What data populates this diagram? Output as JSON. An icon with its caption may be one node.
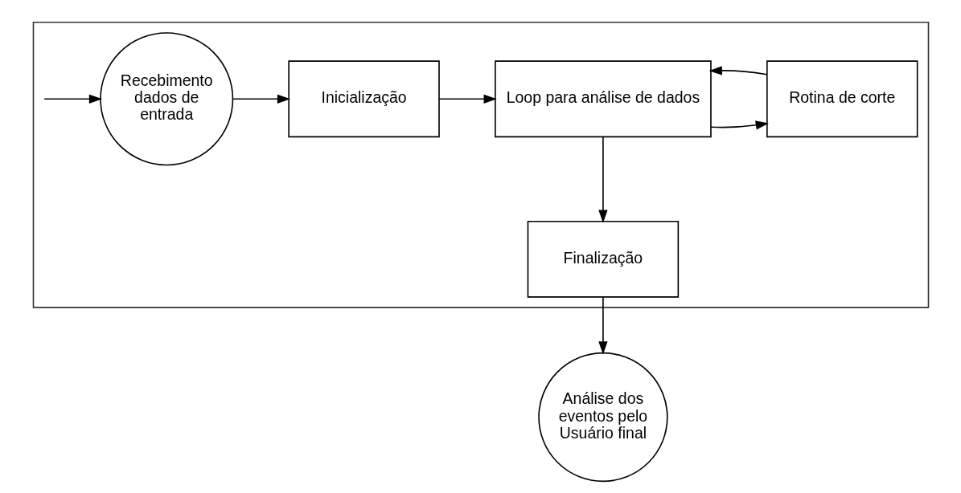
{
  "diagram": {
    "nodes": [
      {
        "text": [],
        "shape": "box"
      },
      {
        "text": [
          "Recebimento dados de entrada"
        ],
        "in": 0
      },
      {
        "text": [
          "Inicialização"
        ],
        "in": 0
      },
      {
        "text": [
          "Loop para análise de dados"
        ],
        "in": 0
      },
      {
        "text": [
          "Rotina de corte"
        ],
        "in": 0
      },
      {
        "text": [
          "Finalização"
        ],
        "in": 0
      },
      {
        "text": [
          "Análise dos eventos pelo Usuário final"
        ]
      }
    ],
    "edges": [
      {
        "from": null,
        "to": 1,
        "arrow": "to"
      },
      {
        "from": 1,
        "to": 2,
        "arrow": "to"
      },
      {
        "from": 2,
        "to": 3,
        "arrow": "to"
      },
      {
        "from": 3,
        "to": 4,
        "arrow": "to"
      },
      {
        "from": 4,
        "to": 3,
        "arrow": "to"
      },
      {
        "from": 3,
        "to": 5,
        "arrow": "to"
      },
      {
        "from": 5,
        "to": 6,
        "arrow": "to"
      }
    ]
  }
}
